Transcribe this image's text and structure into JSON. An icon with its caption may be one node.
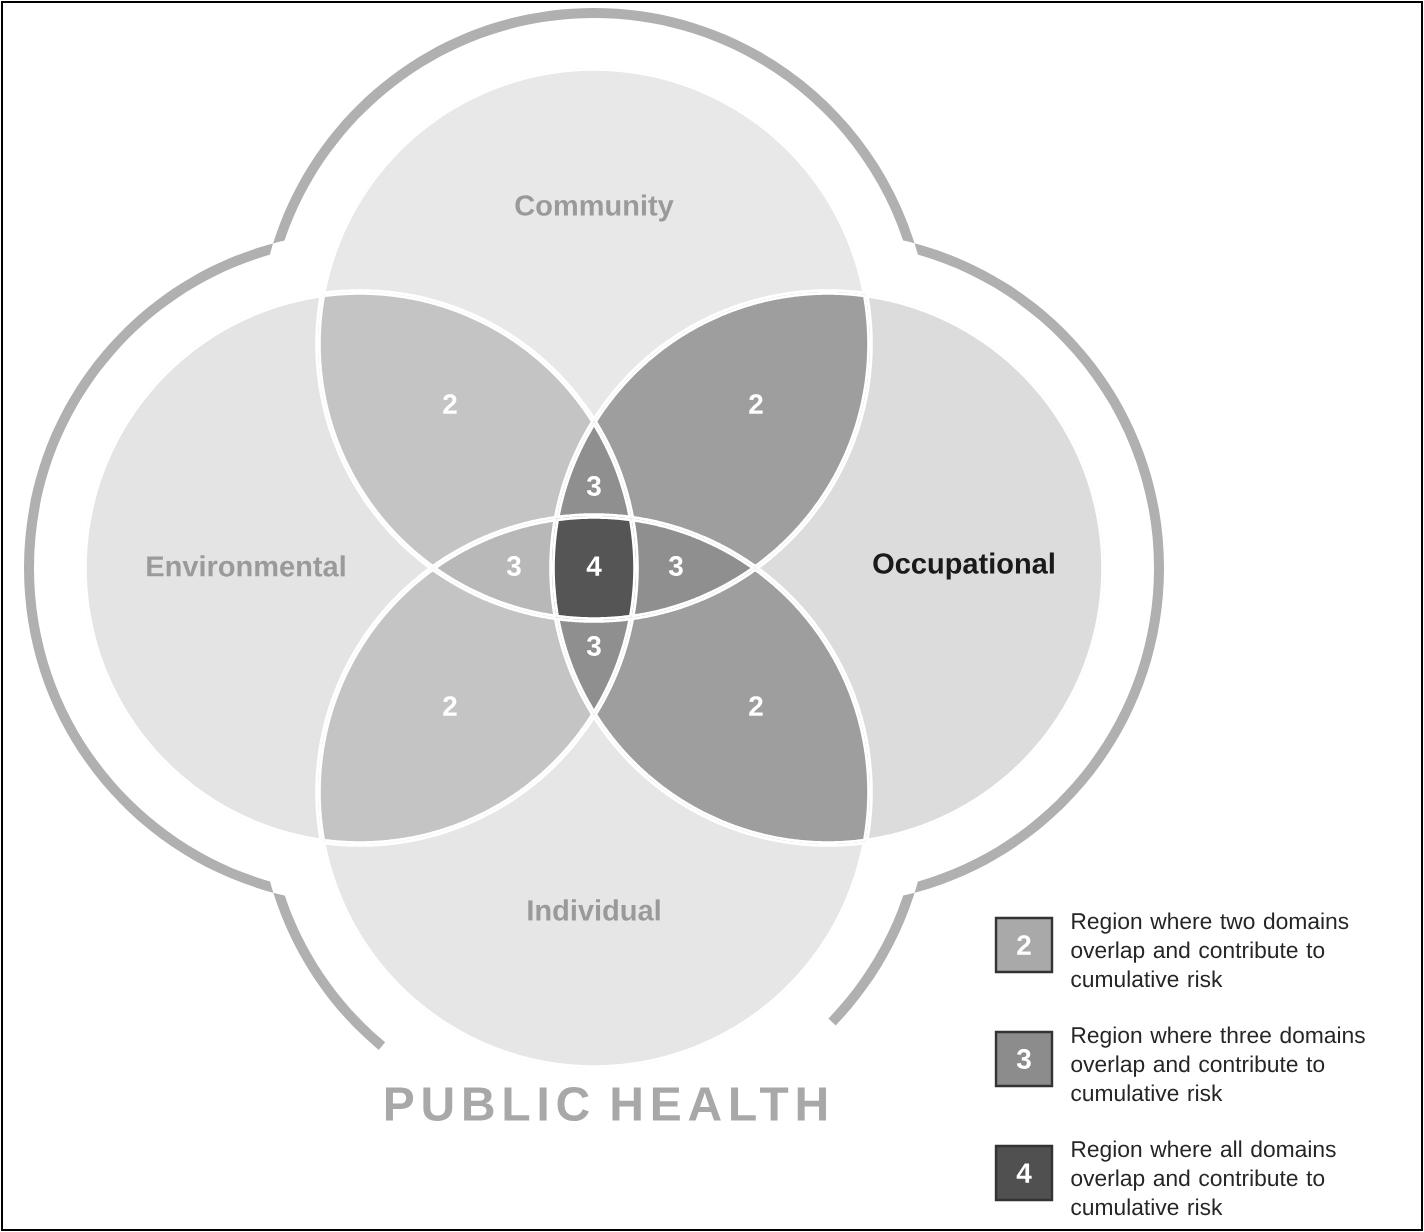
{
  "diagram": {
    "nodes": [
      {
        "text": [
          "PUBLIC HEALTH"
        ]
      },
      {
        "text": [
          "Community"
        ],
        "in": 0
      },
      {
        "text": [
          "Environmental"
        ],
        "in": 0
      },
      {
        "text": [
          "Occupational"
        ],
        "in": 0
      },
      {
        "text": [
          "Individual"
        ],
        "in": 0
      }
    ],
    "labels": [
      "2",
      "2",
      "3",
      "3",
      "4",
      "3",
      "3",
      "2",
      "2",
      "2",
      "3",
      "4"
    ],
    "legend": [
      {
        "text": "Region where two domains overlap and contribute to cumulative risk",
        "color": "#a9a9a9"
      },
      {
        "text": "Region where three domains overlap and contribute to cumulative risk",
        "color": "#8c8c8c"
      },
      {
        "text": "Region where all domains overlap and contribute to cumulative risk",
        "color": "#505050"
      }
    ]
  }
}
